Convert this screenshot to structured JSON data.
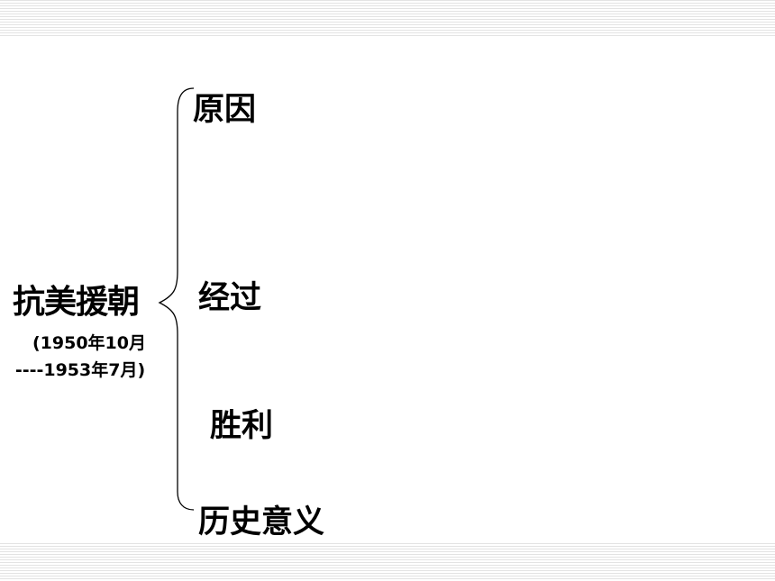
{
  "topic": {
    "title": "抗美援朝",
    "dates_line1": "(1950年10月",
    "dates_line2": "----1953年7月)"
  },
  "branches": [
    {
      "label": "原因"
    },
    {
      "label": "经过"
    },
    {
      "label": "胜利"
    },
    {
      "label": "历史意义"
    }
  ],
  "colors": {
    "text": "#000000",
    "stripe": "#e3e3e3",
    "background": "#ffffff"
  }
}
